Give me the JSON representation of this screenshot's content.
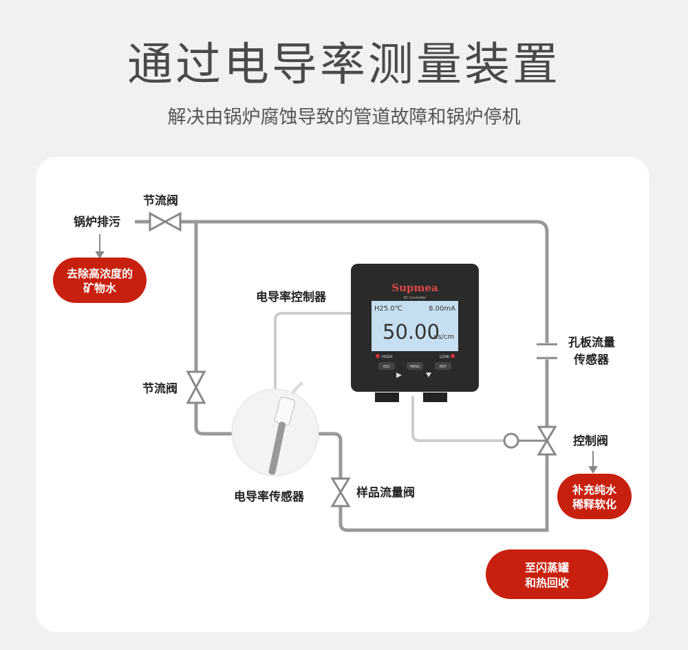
{
  "title": "通过电导率测量装置",
  "subtitle": "解决由锅炉腐蚀导致的管道故障和锅炉停机",
  "labels": {
    "boiler_blowdown": "锅炉排污",
    "throttle_top": "节流阀",
    "throttle_left": "节流阀",
    "controller": "电导率控制器",
    "orifice_1": "孔板流量",
    "orifice_2": "传感器",
    "control_valve": "控制阀",
    "sensor": "电导率传感器",
    "sample_valve": "样品流量阀"
  },
  "pills": {
    "remove_1": "去除高浓度的",
    "remove_2": "矿物水",
    "add_1": "补充纯水",
    "add_2": "稀释软化",
    "flash_1": "至闪蒸罐",
    "flash_2": "和热回收"
  },
  "device": {
    "brand": "Supmea",
    "model": "EC Controller",
    "temp": "H25.0℃",
    "current": "8.00mA",
    "value": "50.00",
    "unit": "us/cm",
    "high": "HIGH",
    "low": "LOW",
    "esc": "ESC",
    "menu": "MENU",
    "ent": "ENT"
  },
  "colors": {
    "red": "#c8200f",
    "pipe": "#999999"
  }
}
